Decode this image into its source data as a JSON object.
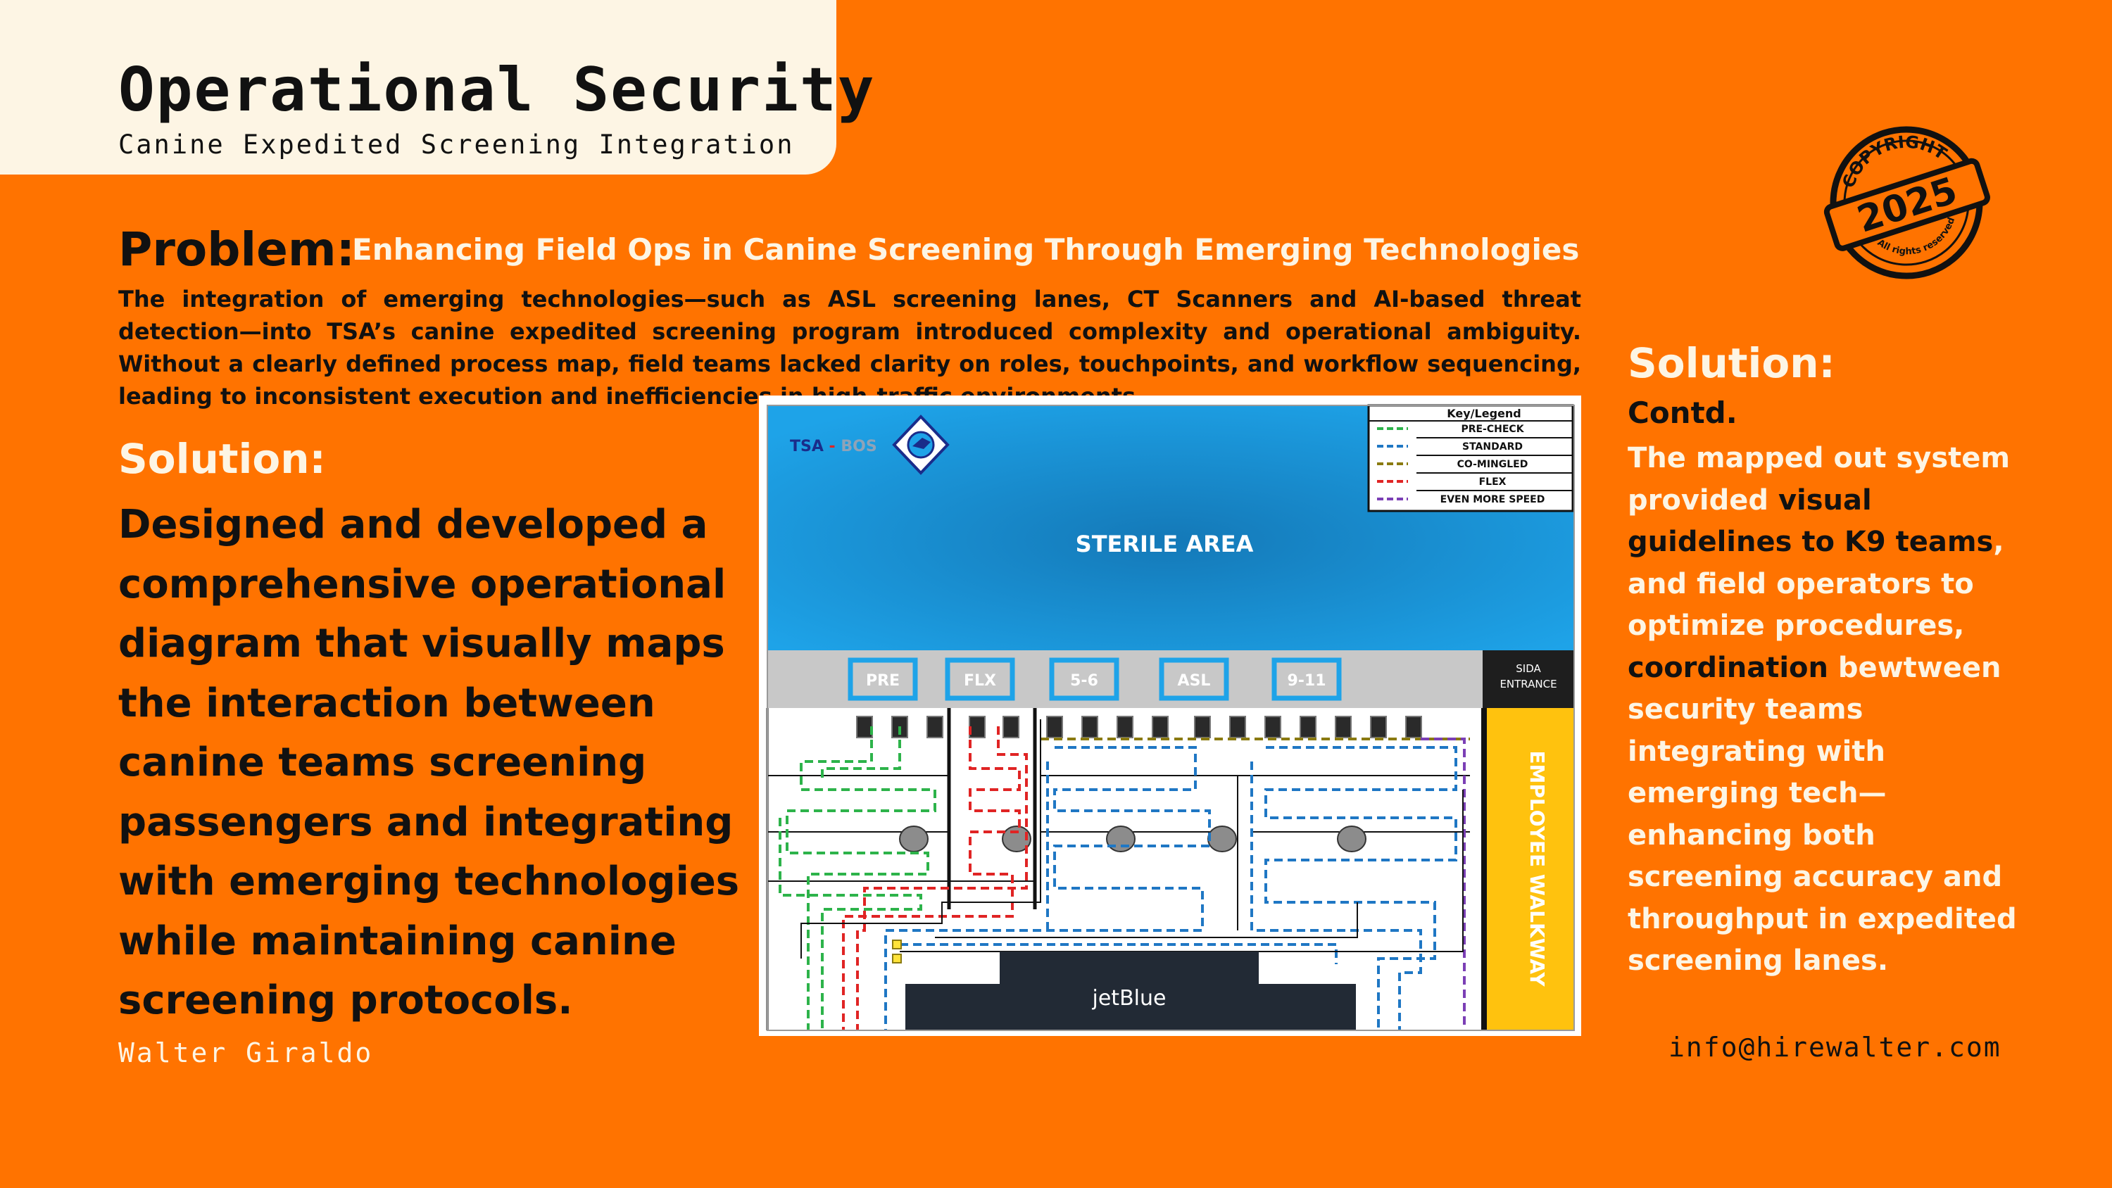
{
  "header": {
    "title": "Operational Security",
    "subtitle": "Canine Expedited Screening Integration"
  },
  "problem": {
    "label": "Problem:",
    "headline": "Enhancing Field Ops in Canine Screening Through Emerging Technologies",
    "body": "The integration of emerging technologies—such as ASL screening lanes, CT Scanners and AI-based threat detection—into TSA’s canine expedited screening program introduced complexity and operational ambiguity. Without a clearly defined process map, field teams lacked clarity on roles, touchpoints, and workflow sequencing, leading to inconsistent execution and inefficiencies in high-traffic environments."
  },
  "solution_left": {
    "label": "Solution:",
    "body": "Designed and developed a comprehensive operational diagram that visually maps the interaction between canine teams screening passengers and integrating with emerging technologies while maintaining canine screening protocols."
  },
  "author": "Walter Giraldo",
  "solution_right": {
    "label": "Solution:",
    "contd": "Contd.",
    "part1": "The mapped out system provided ",
    "part2": "visual guidelines to K9 teams",
    "part3": ", and field operators to optimize procedures, ",
    "part4": "coordination",
    "part5": " bewtween security teams integrating with emerging tech—enhancing both screening accuracy and throughput in expedited screening lanes."
  },
  "email": "info@hirewalter.com",
  "stamp": {
    "top_text": "COPYRIGHT",
    "year": "2025",
    "bottom_text": "All rights reserved"
  },
  "diagram": {
    "logo_text_1": "TSA",
    "logo_sep": " - ",
    "logo_text_2": "BOS",
    "sterile_area": "STERILE AREA",
    "legend_title": "Key/Legend",
    "legend": [
      {
        "label": "PRE-CHECK",
        "color": "#2DB34A"
      },
      {
        "label": "STANDARD",
        "color": "#1F77C4"
      },
      {
        "label": "CO-MINGLED",
        "color": "#8A7A10"
      },
      {
        "label": "FLEX",
        "color": "#E02424"
      },
      {
        "label": "EVEN MORE SPEED",
        "color": "#7B3FB5"
      }
    ],
    "lanes": [
      "PRE",
      "FLX",
      "5-6",
      "ASL",
      "9-11"
    ],
    "sida_line1": "SIDA",
    "sida_line2": "ENTRANCE",
    "walkway": "EMPLOYEE WALKWAY",
    "counter": "jetBlue",
    "colors": {
      "sterile": "#1EA3E8",
      "lane_box": "#1EA3E8",
      "walkway": "#FFC20E",
      "counter": "#222A35"
    }
  }
}
